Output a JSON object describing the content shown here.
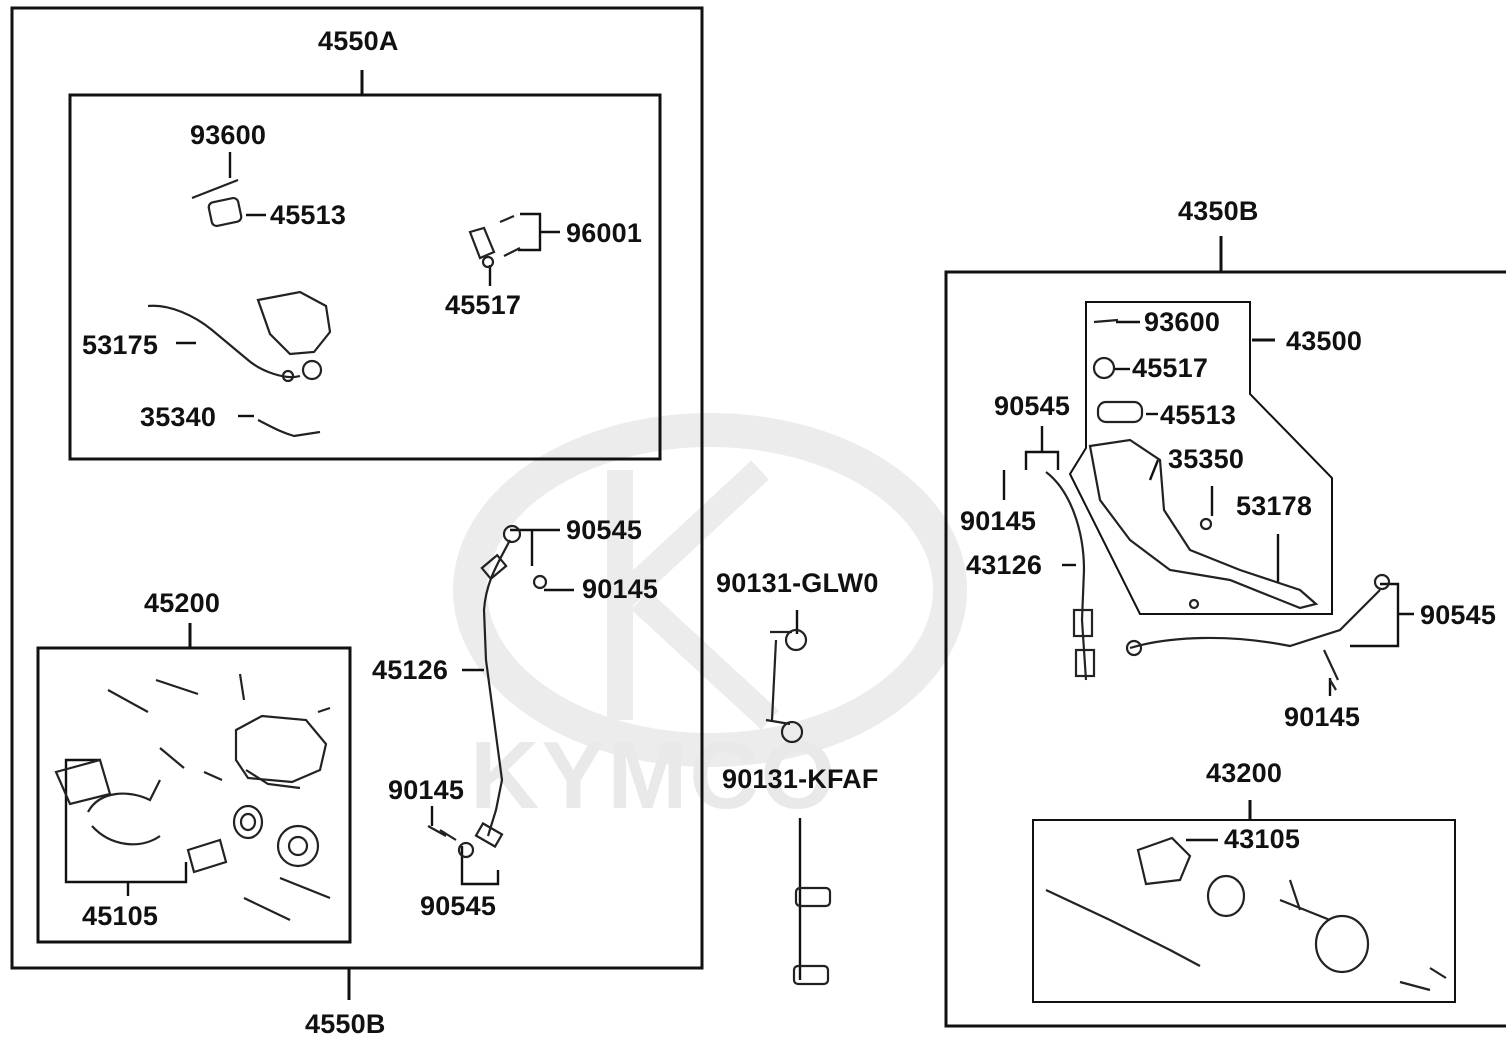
{
  "watermark": {
    "text": "KYMCO",
    "color": "#e9e9e9"
  },
  "colors": {
    "line": "#111111",
    "background": "#ffffff"
  },
  "labels": {
    "l4550A": "4550A",
    "l93600a": "93600",
    "l45513a": "45513",
    "l96001": "96001",
    "l45517a": "45517",
    "l53175": "53175",
    "l35340": "35340",
    "l90545a": "90545",
    "l90145a": "90145",
    "l45200": "45200",
    "l45126": "45126",
    "l90145b": "90145",
    "l90545b": "90545",
    "l45105": "45105",
    "l4550B": "4550B",
    "l90131a": "90131-GLW0",
    "l90131b": "90131-KFAF",
    "l4350B": "4350B",
    "l93600b": "93600",
    "l43500": "43500",
    "l45517b": "45517",
    "l90545c": "90545",
    "l45513b": "45513",
    "l35350": "35350",
    "l90145c": "90145",
    "l53178": "53178",
    "l43126": "43126",
    "l90545d": "90545",
    "l90145d": "90145",
    "l43200": "43200",
    "l43105": "43105"
  }
}
